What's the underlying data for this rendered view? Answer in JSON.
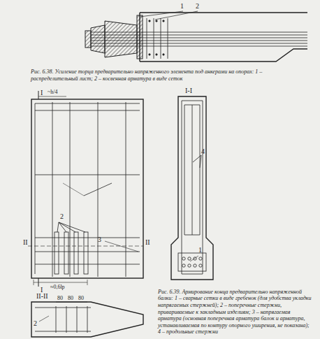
{
  "diagram": {
    "labels": [
      "1",
      "2",
      "Рис. 6.38. Усиление торца предварительно напряженного элемента под анкерами на опорах: 1 – распределительный лист; 2 – косвенная арматура в виде сеток",
      "I",
      "~h/4",
      "I",
      "II",
      "II",
      "2",
      "3",
      "≈0,6lр",
      "I-I",
      "4",
      "1",
      "II-II",
      "80",
      "80",
      "80",
      "2",
      "Рис. 6.39. Армирование конца предварительно напряженной балки: 1 – сварные сетки в виде гребенок (для удобства укладки напрягаемых стержней); 2 – поперечные стержни, привариваемые к закладным изделиям; 3 – напрягаемая арматура (основная поперечная арматура балок и арматура, устанавливаемая по контуру опорного уширения, не показана); 4 – продольные стержни"
    ]
  }
}
